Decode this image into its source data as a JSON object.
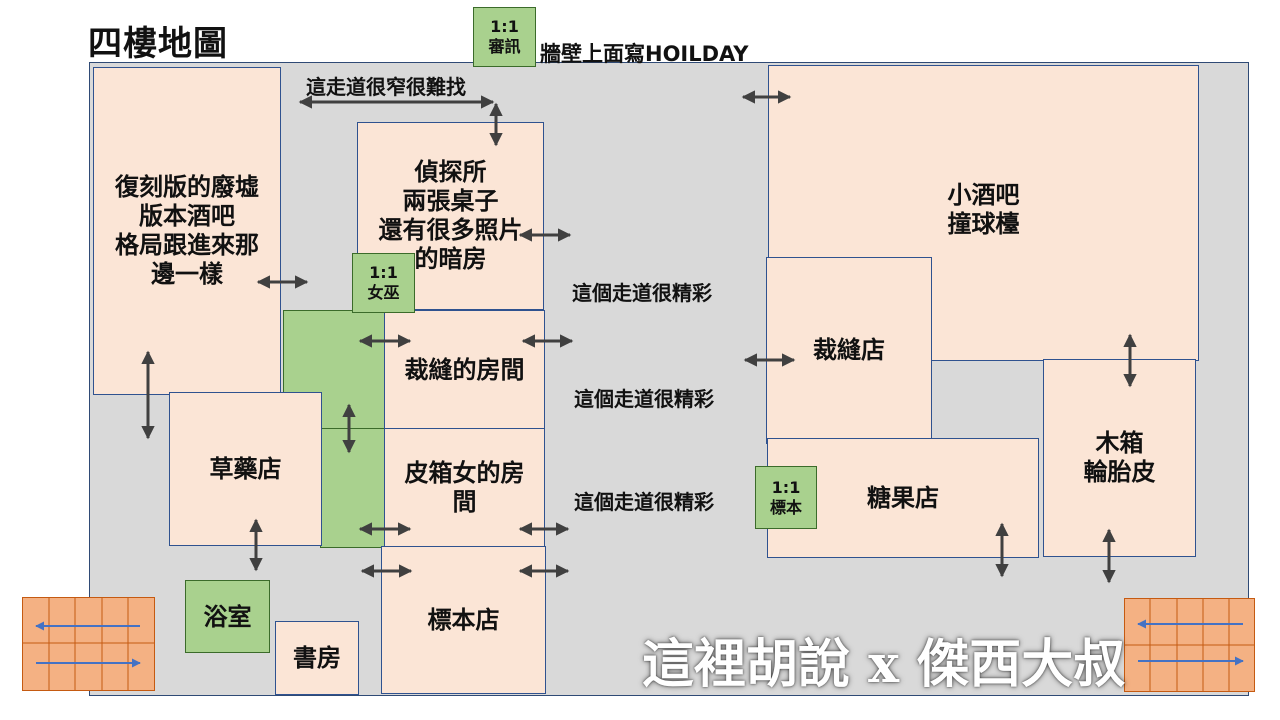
{
  "title": "四樓地圖",
  "colors": {
    "room_fill": "#fbe5d6",
    "room_border": "#2f528f",
    "marker_fill": "#a9d18e",
    "floor": "#d9d9d9",
    "stairs": "#f4b183",
    "arrow": "#404040"
  },
  "top_marker": {
    "scale": "1:1",
    "name": "審訊"
  },
  "top_note": "牆壁上面寫HOILDAY",
  "rooms": {
    "ruins_bar": "復刻版的廢墟\n版本酒吧\n格局跟進來那\n邊一樣",
    "detective": "偵探所\n兩張桌子\n還有很多照片\n的暗房",
    "small_bar": "小酒吧\n撞球檯",
    "tailor_room": "裁縫的房間",
    "tailor_shop": "裁縫店",
    "herb_shop": "草藥店",
    "suitcase_room": "皮箱女的房\n間",
    "candy_shop": "糖果店",
    "crate": "木箱\n輪胎皮",
    "specimen_shop": "標本店",
    "bathroom": "浴室",
    "study": "書房"
  },
  "markers": {
    "witch": {
      "scale": "1:1",
      "name": "女巫"
    },
    "specimen": {
      "scale": "1:1",
      "name": "標本"
    }
  },
  "notes": {
    "narrow_corridor": "這走道很窄很難找",
    "corridor1": "這個走道很精彩",
    "corridor2": "這個走道很精彩",
    "corridor3": "這個走道很精彩"
  },
  "watermark": "這裡胡說 x 傑西大叔"
}
